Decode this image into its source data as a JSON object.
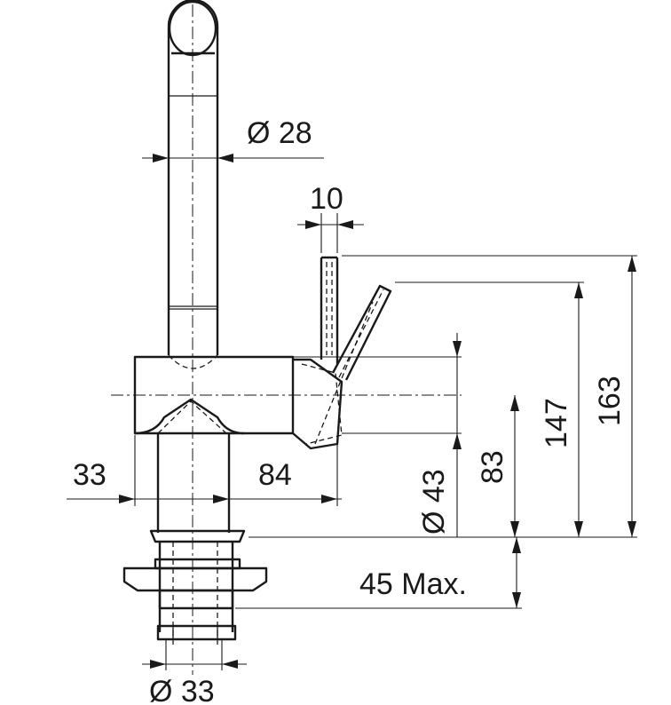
{
  "diagram": {
    "labels": {
      "spout_diameter": "Ø 28",
      "handle_width": "10",
      "total_height": "163",
      "handle_height": "147",
      "spout_height": "83",
      "body_diameter": "Ø 43",
      "rear_offset": "33",
      "reach": "84",
      "mount_depth": "45 Max.",
      "thread_diameter": "Ø 33"
    }
  }
}
